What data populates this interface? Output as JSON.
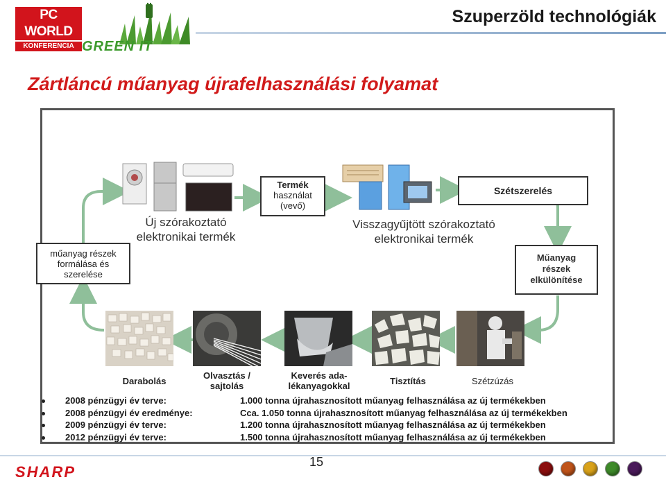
{
  "header": {
    "logo_pcworld": "PC WORLD",
    "logo_konferencia": "KONFERENCIA",
    "logo_green": "GREEN IT",
    "title": "Szuperzöld technológiák"
  },
  "slide": {
    "title": "Zártláncú műanyag újrafelhasználási folyamat",
    "page_number": "15"
  },
  "diagram": {
    "box_left": [
      "műanyag részek",
      "formálása és",
      "szerelése"
    ],
    "label_new": [
      "Új szórakoztató",
      "elektronikai termék"
    ],
    "box_top": [
      "Termék",
      "használat",
      "(vevő)"
    ],
    "label_collected": [
      "Visszagyűjtött szórakoztató",
      "elektronikai termék"
    ],
    "box_right": "Szétszerelés",
    "box_right2": [
      "Műanyag",
      "részek",
      "elkülönítése"
    ],
    "steps": {
      "darabolas": "Darabolás",
      "olvasztas": [
        "Olvasztás /",
        "sajtolás"
      ],
      "keveres": [
        "Keverés ada-",
        "lékanyagokkal"
      ],
      "tisztitas": "Tisztítás",
      "szetzuzas": "Szétzúzás"
    }
  },
  "bullets": [
    {
      "key": "2008 pénzügyi év terve:",
      "value": "1.000 tonna újrahasznosított műanyag felhasználása az új termékekben"
    },
    {
      "key": "2008 pénzügyi év eredménye:",
      "value": "Cca. 1.050 tonna újrahasznosított műanyag felhasználása az új termékekben"
    },
    {
      "key": "2009 pénzügyi év terve:",
      "value": "1.200 tonna újrahasznosított műanyag felhasználása az új termékekben"
    },
    {
      "key": "2012 pénzügyi év terve:",
      "value": "1.500 tonna újrahasznosított műanyag felhasználása az új termékekben"
    }
  ],
  "footer": {
    "brand": "SHARP",
    "nav_dot_colors": [
      "#8b0e0e",
      "#c0541a",
      "#d9a21a",
      "#3e8a2a",
      "#4a1a5a"
    ]
  },
  "colors": {
    "title_red": "#d11a1a",
    "arrow_green": "#8fbf9a",
    "brand_red": "#d2141c"
  }
}
